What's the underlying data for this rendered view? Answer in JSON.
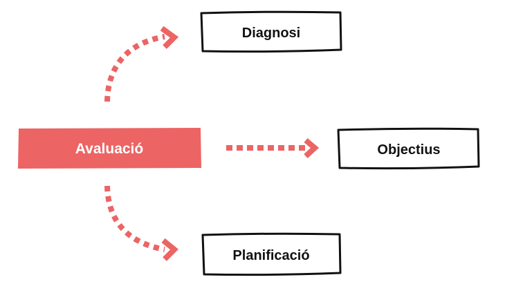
{
  "colors": {
    "accent": "#ec6464",
    "accent_text": "#ffffff",
    "box_border": "#111111",
    "box_fill": "#ffffff",
    "text": "#111111"
  },
  "nodes": {
    "source": {
      "label": "Avaluació"
    },
    "top": {
      "label": "Diagnosi"
    },
    "middle": {
      "label": "Objectius"
    },
    "bottom": {
      "label": "Planificació"
    }
  },
  "edges": [
    {
      "from": "Avaluació",
      "to": "Diagnosi",
      "style": "dotted-arrow"
    },
    {
      "from": "Avaluació",
      "to": "Objectius",
      "style": "dotted-arrow"
    },
    {
      "from": "Avaluació",
      "to": "Planificació",
      "style": "dotted-arrow"
    }
  ]
}
